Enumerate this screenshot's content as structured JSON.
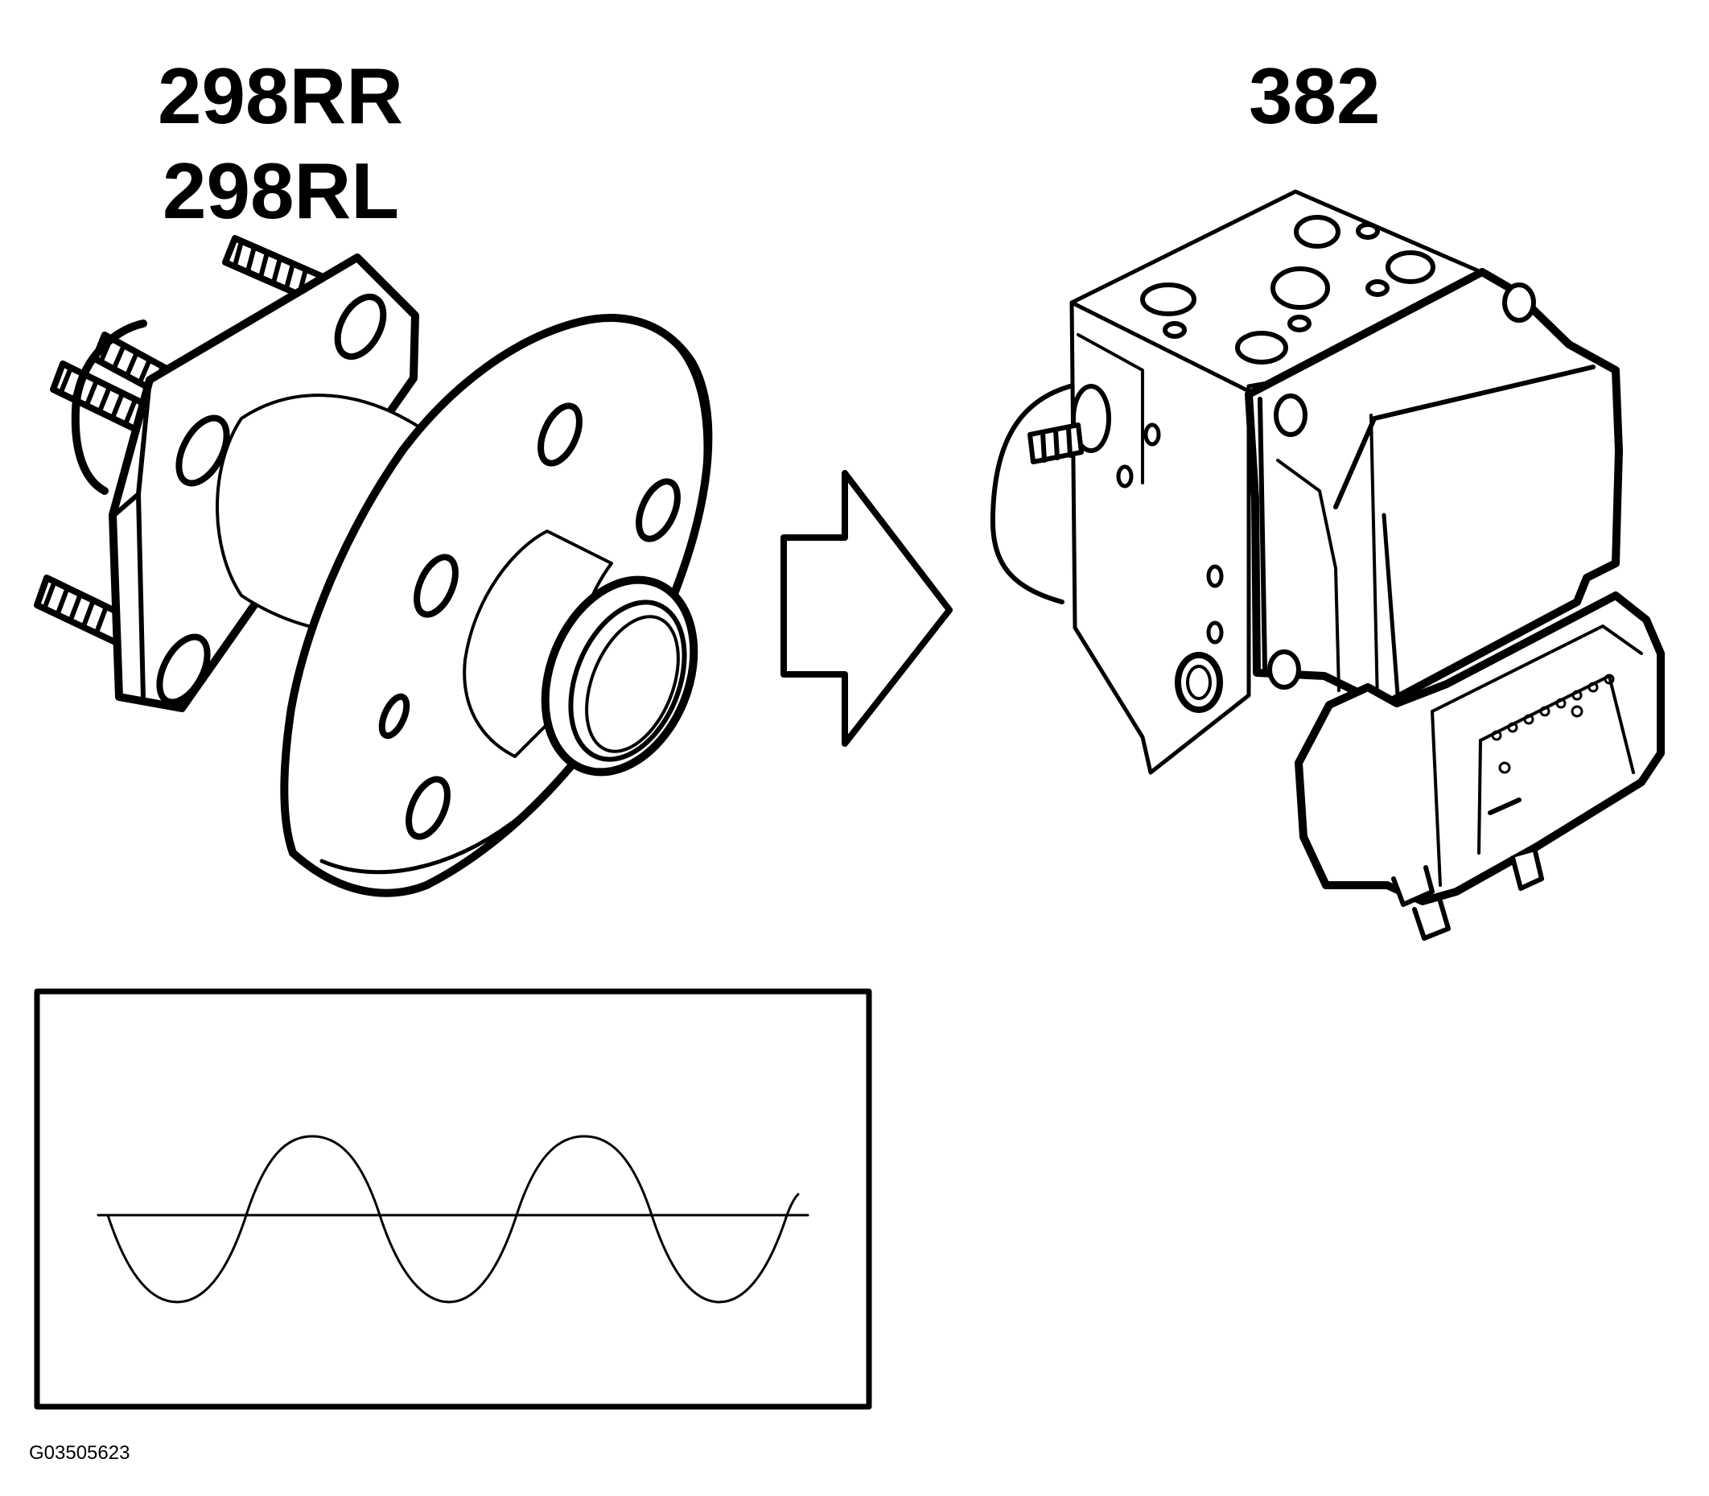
{
  "labels": {
    "hub_top": "298RR",
    "hub_bottom": "298RL",
    "module": "382",
    "figure_code": "G03505623"
  },
  "colors": {
    "stroke": "#000000",
    "background": "#ffffff"
  },
  "icons": {
    "hub": "wheel-hub-bearing",
    "arrow": "right-arrow",
    "module": "abs-control-module",
    "waveform": "sine-wave"
  }
}
